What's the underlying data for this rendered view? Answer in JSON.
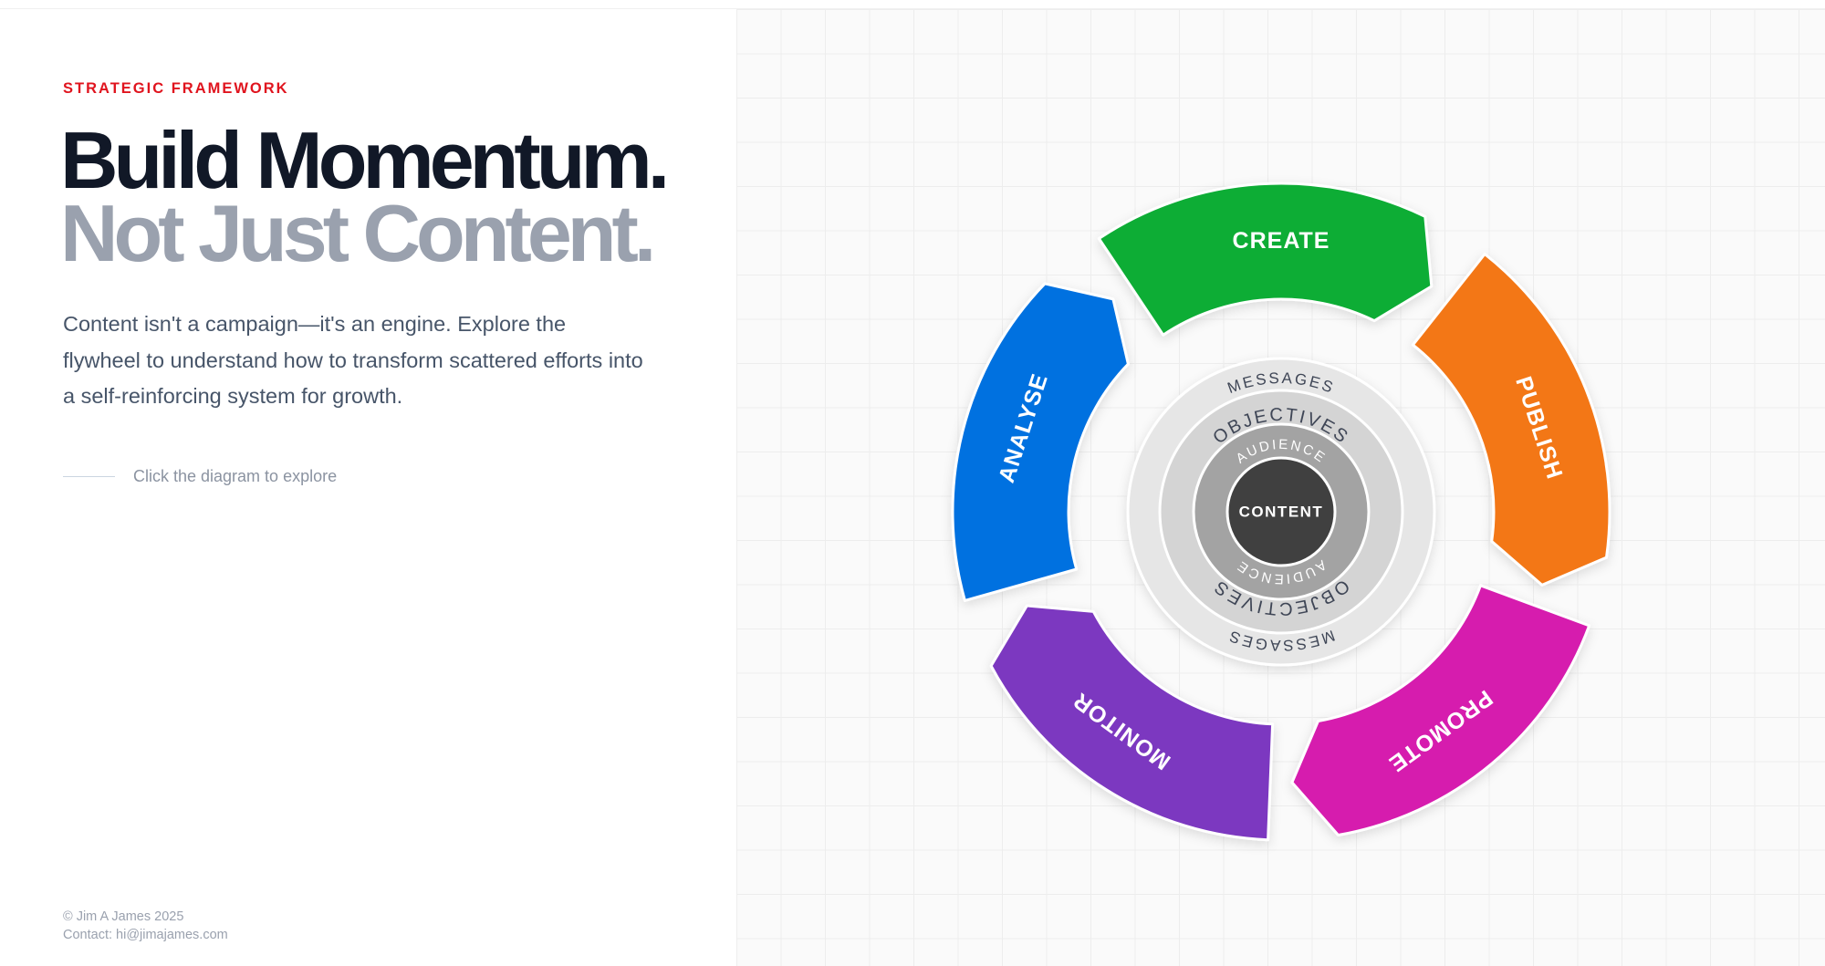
{
  "left": {
    "eyebrow": "STRATEGIC FRAMEWORK",
    "headline_line1": "Build Momentum.",
    "headline_line2": "Not Just Content.",
    "description": "Content isn't a campaign—it's an engine. Explore the flywheel to understand how to transform scattered efforts into a self-reinforcing system for growth.",
    "hint": "Click the diagram to explore",
    "footer_copyright": "© Jim A James 2025",
    "footer_contact": "Contact: hi@jimajames.com"
  },
  "wheel": {
    "segments": [
      {
        "label": "CREATE",
        "color": "#0aad36"
      },
      {
        "label": "PUBLISH",
        "color": "#f37716"
      },
      {
        "label": "PROMOTE",
        "color": "#d61bae"
      },
      {
        "label": "MONITOR",
        "color": "#7b37c0"
      },
      {
        "label": "ANALYSE",
        "color": "#0071e0"
      }
    ],
    "rings": [
      {
        "label": "MESSAGES",
        "color": "#e6e6e6",
        "text_color": "#3f4656"
      },
      {
        "label": "OBJECTIVES",
        "color": "#d4d4d4",
        "text_color": "#3f4656"
      },
      {
        "label": "AUDIENCE",
        "color": "#a3a3a3",
        "text_color": "#ffffff"
      }
    ],
    "core": {
      "label": "CONTENT",
      "color": "#404040"
    }
  }
}
